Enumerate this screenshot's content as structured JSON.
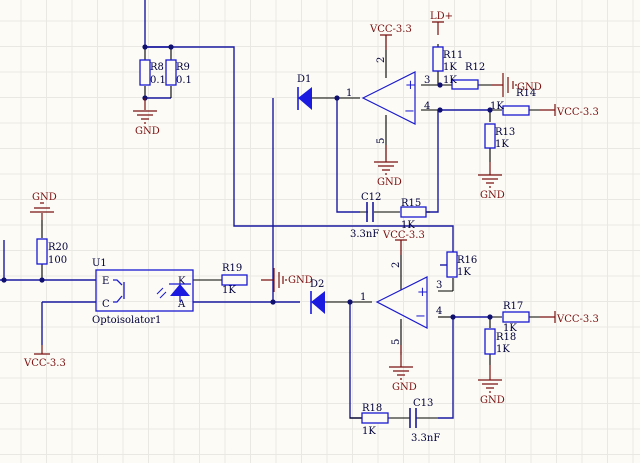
{
  "app": {
    "type": "schematic-editor-canvas"
  },
  "components": {
    "R8": {
      "ref": "R8",
      "value": "0.1"
    },
    "R9": {
      "ref": "R9",
      "value": "0.1"
    },
    "R11": {
      "ref": "R11",
      "value": "1K"
    },
    "R12": {
      "ref": "R12",
      "value": "1K"
    },
    "R13": {
      "ref": "R13",
      "value": "1K"
    },
    "R14": {
      "ref": "R14",
      "value": "1K"
    },
    "R15": {
      "ref": "R15",
      "value": "1K"
    },
    "R16": {
      "ref": "R16",
      "value": "1K"
    },
    "R17": {
      "ref": "R17",
      "value": "1K"
    },
    "R18a": {
      "ref": "R18",
      "value": "1K"
    },
    "R18b": {
      "ref": "R18",
      "value": "1K"
    },
    "R19": {
      "ref": "R19",
      "value": "1K"
    },
    "R20": {
      "ref": "R20",
      "value": "100"
    },
    "C12": {
      "ref": "C12",
      "value": "3.3nF"
    },
    "C13": {
      "ref": "C13",
      "value": "3.3nF"
    },
    "D1": {
      "ref": "D1"
    },
    "D2": {
      "ref": "D2"
    },
    "U1": {
      "ref": "U1",
      "name": "Optoisolator1",
      "pins": {
        "E": "E",
        "C": "C",
        "K": "K",
        "A": "A"
      }
    }
  },
  "opamp_pins": {
    "out": "1",
    "vcc": "2",
    "plus": "3",
    "minus": "4",
    "gnd": "5",
    "plus_sign": "+",
    "minus_sign": "−"
  },
  "power": {
    "gnd": "GND",
    "vcc": "VCC-3.3",
    "ld": "LD+"
  }
}
